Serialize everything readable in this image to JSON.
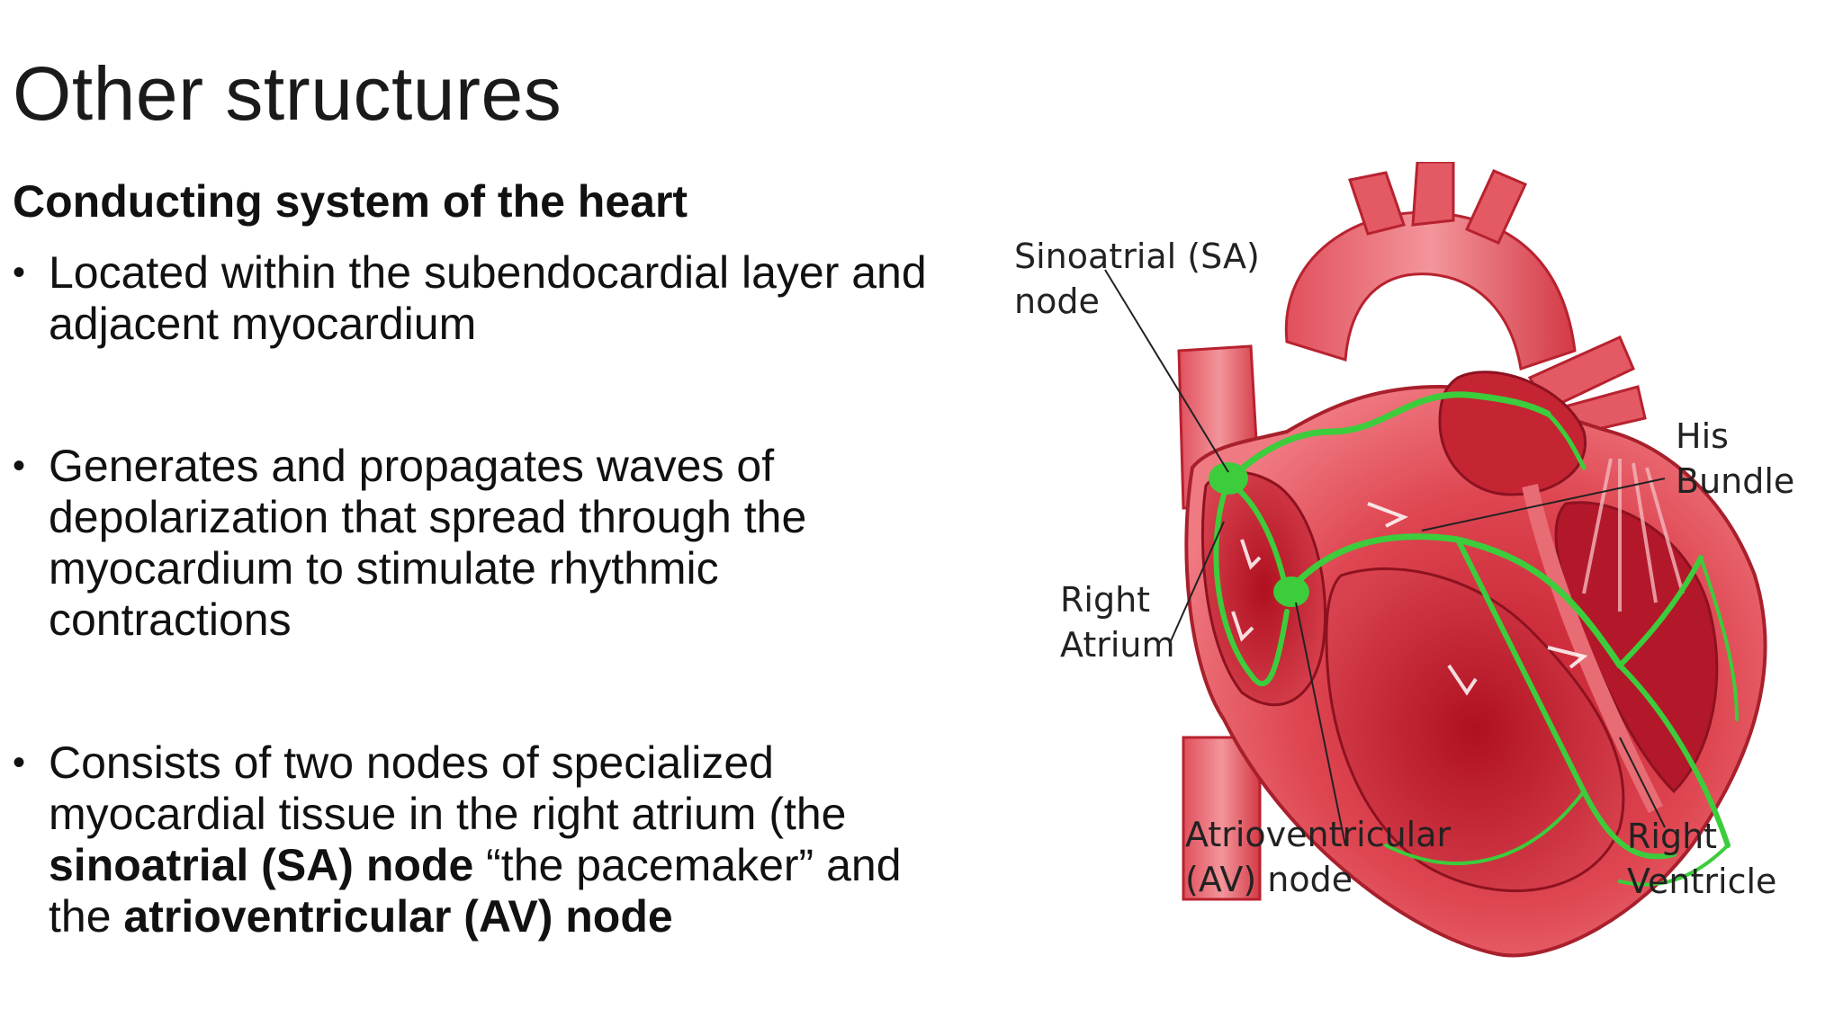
{
  "slide": {
    "title": "Other structures",
    "heading": "Conducting system of the heart"
  },
  "bullets": [
    {
      "text": "Located within the subendocardial layer and adjacent myocardium"
    },
    {
      "text": "Generates and propagates waves of depolarization that spread through the myocardium to stimulate rhythmic contractions"
    },
    {
      "part1": "Consists of two nodes of specialized myocardial tissue in the right atrium (the ",
      "bold1": "sinoatrial (SA) node",
      "part2": " “the pacemaker” and the ",
      "bold2": "atrioventricular (AV) node"
    }
  ],
  "figure": {
    "labels": {
      "sa_line1": "Sinoatrial (SA)",
      "sa_line2": "node",
      "his_line1": "His",
      "his_line2": "Bundle",
      "ra_line1": "Right",
      "ra_line2": "Atrium",
      "av_line1": "Atrioventricular",
      "av_line2": "(AV) node",
      "rv_line1": "Right",
      "rv_line2": "Ventricle"
    },
    "colors": {
      "heart_red": "#d93b47",
      "heart_dark": "#9e1522",
      "heart_light": "#f07a82",
      "conduction_green": "#3ccc3c"
    }
  }
}
